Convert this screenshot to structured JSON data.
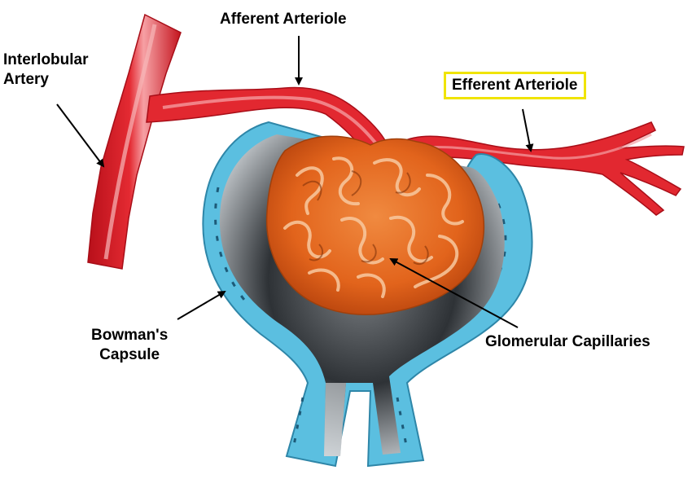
{
  "labels": {
    "interlobular_artery": [
      "Interlobular",
      "Artery"
    ],
    "afferent_arteriole": "Afferent Arteriole",
    "efferent_arteriole": "Efferent Arteriole",
    "bowmans_capsule": [
      "Bowman's",
      "Capsule"
    ],
    "glomerular_capillaries": "Glomerular Capillaries"
  },
  "highlighted_label": "efferent_arteriole",
  "colors": {
    "vessel_red": "#e0202a",
    "capsule_blue": "#5bbfe0",
    "capillary_orange": "#e8651e",
    "highlight_box": "#f0e400"
  }
}
